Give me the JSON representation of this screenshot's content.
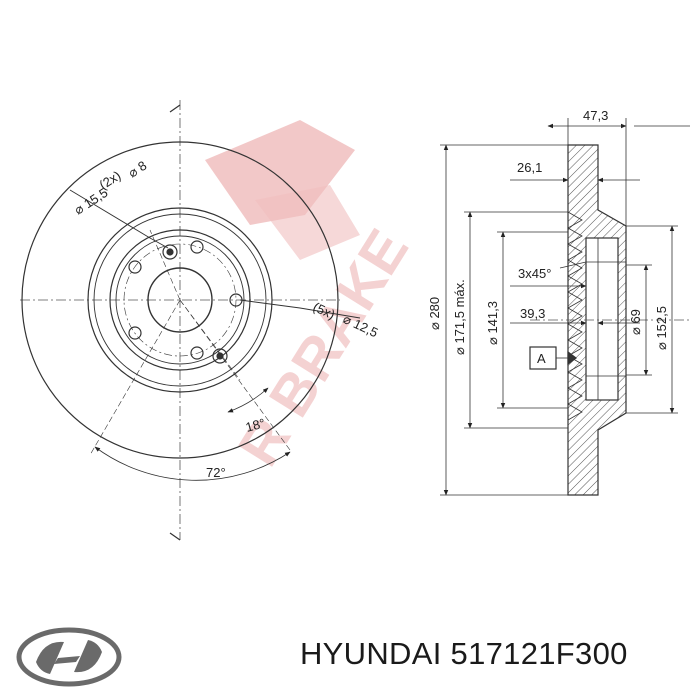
{
  "watermark": {
    "text": "R BRAKE",
    "color": "#e9a5a5"
  },
  "front_view": {
    "hole_count_small": "(2x)",
    "hole_dia_small": "8",
    "hole_pcd_small": "15,5",
    "hole_count_bolt": "(5x)",
    "hole_dia_bolt": "12,5",
    "angle_small": "18°",
    "angle_bolt": "72°"
  },
  "side_view": {
    "overall_thickness": "47,3",
    "disc_thickness": "26,1",
    "chamfer": "3x45°",
    "hat_depth": "39,3",
    "outer_dia": "280",
    "friction_inner_dia": "171,5 máx.",
    "hat_outer_dia": "141,3",
    "center_bore_dia": "69",
    "hat_dia": "152,5",
    "datum": "A"
  },
  "brand": {
    "name": "HYUNDAI",
    "part_number": "517121F300",
    "logo": "hyundai-logo-icon"
  }
}
